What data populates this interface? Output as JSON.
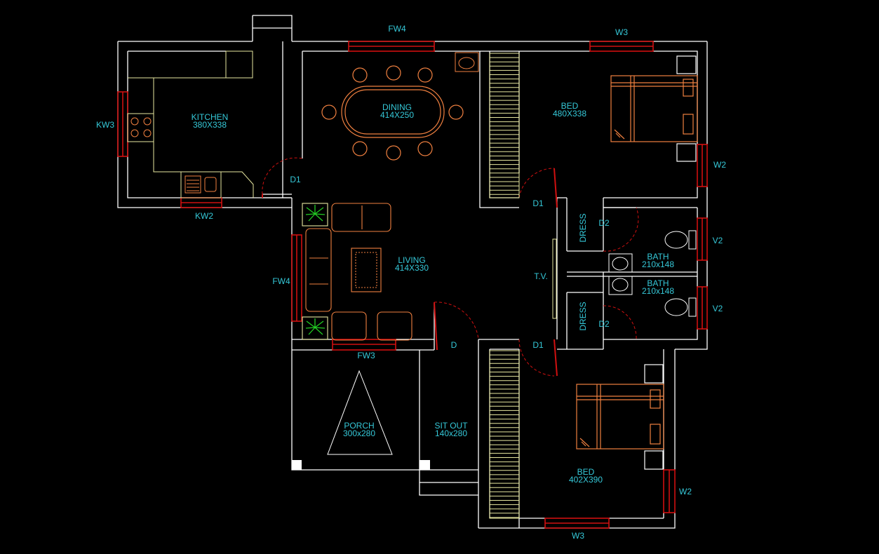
{
  "colors": {
    "background": "#000000",
    "wall": "#ffffff",
    "window": "#d01010",
    "furniture": "#f08040",
    "text": "#35c8d8",
    "plant": "#22cc22",
    "stair": "#e8e8a0"
  },
  "rooms": {
    "kitchen": {
      "name": "KITCHEN",
      "size": "380X338"
    },
    "dining": {
      "name": "DINING",
      "size": "414X250"
    },
    "bed1": {
      "name": "BED",
      "size": "480X338"
    },
    "living": {
      "name": "LIVING",
      "size": "414X330"
    },
    "bath1": {
      "name": "BATH",
      "size": "210x148"
    },
    "bath2": {
      "name": "BATH",
      "size": "210x148"
    },
    "porch": {
      "name": "PORCH",
      "size": "300x280"
    },
    "sitout": {
      "name": "SIT OUT",
      "size": "140x280"
    },
    "bed2": {
      "name": "BED",
      "size": "402X390"
    }
  },
  "labels": {
    "fw4_top": "FW4",
    "w3_top": "W3",
    "kw3": "KW3",
    "kw2": "KW2",
    "d1_kitchen": "D1",
    "w2_top": "W2",
    "d1_upper": "D1",
    "dress_upper": "DRESS",
    "d2_upper": "D2",
    "v2_upper": "V2",
    "fw4_left": "FW4",
    "tv": "T.V.",
    "v2_lower": "V2",
    "dress_lower": "DRESS",
    "d2_lower": "D2",
    "d_main": "D",
    "d1_lower": "D1",
    "fw3": "FW3",
    "w2_bottom": "W2",
    "w3_bottom": "W3"
  }
}
